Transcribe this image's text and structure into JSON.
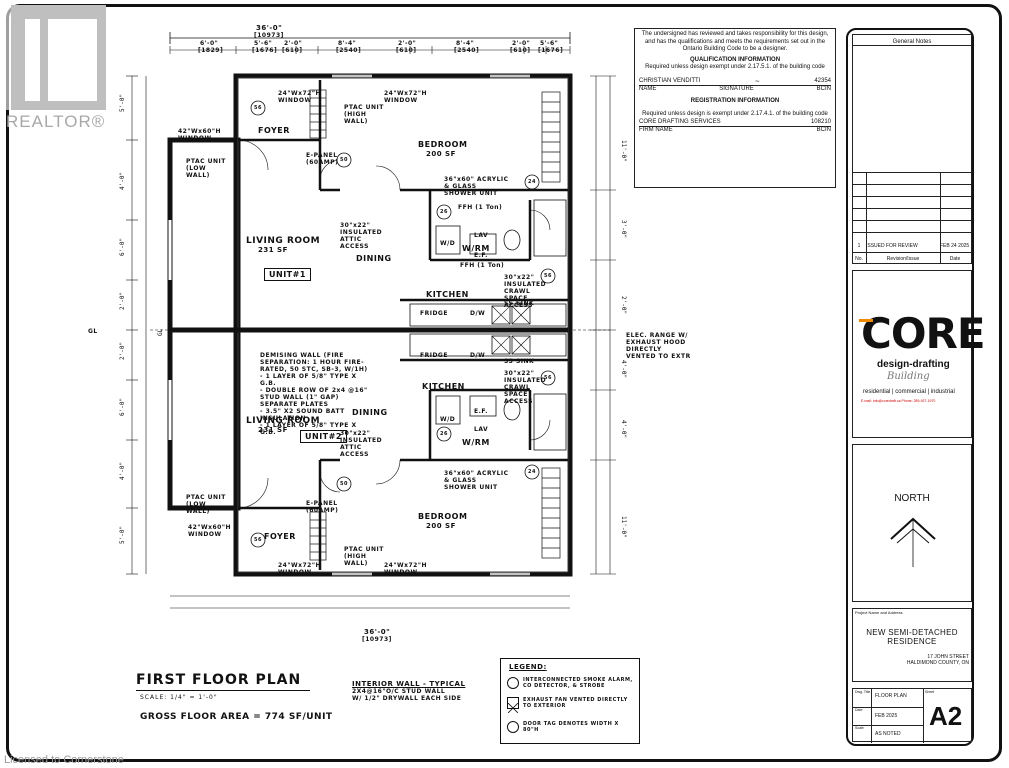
{
  "watermark": {
    "brand": "REALTOR",
    "registered": "®"
  },
  "credit": "Licensed to Cornerstone",
  "qualification": {
    "intro": "The undersigned has reviewed and takes responsibility for this design, and has the qualifications and meets the requirements set out in the Ontario Building Code to be a designer.",
    "qual_heading": "QUALIFICATION INFORMATION",
    "qual_sub": "Required unless design exempt under 2.17.5.1. of the building code",
    "name_value": "CHRISTIAN VENDITTI",
    "bcin_value": "42354",
    "name_label": "NAME",
    "signature_label": "SIGNATURE",
    "bcin_label": "BCIN",
    "reg_heading": "REGISTRATION INFORMATION",
    "reg_sub": "Required unless design is exempt under 2.17.4.1. of the building code",
    "firm_value": "CORE DRAFTING SERVICES",
    "firm_bcin": "108210",
    "firm_label": "FIRM NAME",
    "firm_bcin_label": "BCIN"
  },
  "title_block": {
    "general_notes": "General Notes",
    "revision": {
      "no": "1",
      "desc": "ISSUED FOR REVIEW",
      "date": "FEB 24 2025"
    },
    "rev_headers": {
      "no": "No.",
      "desc": "Revision/Issue",
      "date": "Date"
    },
    "logo_main": "CORE",
    "logo_sub": "design-drafting",
    "logo_script": "Building",
    "logo_tagline": "residential | commercial | industrial",
    "logo_contact": "E-mail: info@coredraft.ca     Phone: 289-927-1970",
    "north": "NORTH",
    "project_label": "Project Name and Address",
    "project_line1": "NEW SEMI-DETACHED",
    "project_line2": "RESIDENCE",
    "address_line1": "17 JOHN STREET",
    "address_line2": "HALDIMOND COUNTY, ON",
    "dwg_title_label": "Dwg. Title",
    "dwg_title": "FLOOR PLAN",
    "sheet_label": "Sheet",
    "date_label": "Date",
    "date_value": "FEB 2025",
    "scale_label": "Scale",
    "scale_value": "AS NOTED",
    "sheet_no": "A2"
  },
  "plan": {
    "overall_dim": "36'-0\"",
    "overall_dim_mm": "[10973]",
    "top_dims": [
      "6'-0\"",
      "5'-6\"",
      "2'-0\"",
      "8'-4\"",
      "2'-0\"",
      "8'-4\"",
      "2'-0\"",
      "5'-6\""
    ],
    "top_dims_mm": [
      "[1829]",
      "[1676]",
      "[610]",
      "[2540]",
      "[610]",
      "[2540]",
      "[610]",
      "[1676]"
    ],
    "rooms": {
      "foyer": "FOYER",
      "bedroom": "BEDROOM",
      "bedroom_area": "200 SF",
      "living": "LIVING ROOM",
      "living_area": "231 SF",
      "dining": "DINING",
      "kitchen": "KITCHEN",
      "wr": "W/RM",
      "unit1": "UNIT#1",
      "unit2": "UNIT#2"
    },
    "notes": {
      "window_42": "42\"Wx60\"H WINDOW",
      "window_24": "24\"Wx72\"H WINDOW",
      "ptac_low": "PTAC UNIT (LOW WALL)",
      "ptac_high": "PTAC UNIT (HIGH WALL)",
      "epanel": "E-PANEL (60AMP)",
      "attic": "30\"x22\" INSULATED ATTIC ACCESS",
      "shower": "36\"x60\" ACRYLIC & GLASS SHOWER UNIT",
      "crawl": "30\"x22\" INSULATED CRAWL SPACE ACCESS",
      "ffh": "FFH (1 Ton)",
      "fridge": "FRIDGE",
      "dw": "D/W",
      "ss_sink": "SS SINK",
      "range": "ELEC. RANGE W/ EXHAUST HOOD DIRECTLY VENTED TO EXTR",
      "demising": "DEMISING WALL (FIRE SEPARATION: 1 HOUR FIRE-RATED, 50 STC, SB-3, W/1H)\n- 1 LAYER OF 5/8\" TYPE X G.B.\n- DOUBLE ROW OF 2x4 @16\" STUD WALL (1\" GAP) SEPARATE PLATES\n- 3.5\" X2 SOUND BATT INSULATION\n- 1 LAYER OF 5/8\" TYPE X G.B.",
      "wd": "W/D",
      "lav": "LAV",
      "ef": "E.F.",
      "tag_50": "50",
      "tag_56": "56",
      "tag_24": "24",
      "tag_26": "26",
      "gl": "GL"
    },
    "title": "FIRST FLOOR PLAN",
    "scale": "SCALE: 1/4\" = 1'-0\"",
    "gfa": "GROSS FLOOR AREA = 774 SF/UNIT",
    "interior_wall_title": "INTERIOR WALL - TYPICAL",
    "interior_wall_lines": [
      "2X4@16\"O/C STUD WALL",
      "W/ 1/2\" DRYWALL EACH SIDE"
    ]
  },
  "legend": {
    "title": "LEGEND:",
    "items": [
      "INTERCONNECTED SMOKE ALARM, CO DETECTOR, & STROBE",
      "EXHAUST FAN VENTED DIRECTLY TO EXTERIOR",
      "DOOR TAG DENOTES WIDTH X 80\"H"
    ]
  }
}
